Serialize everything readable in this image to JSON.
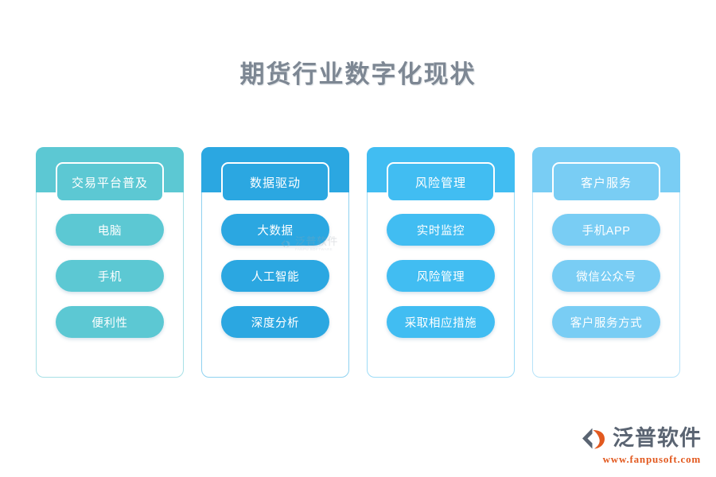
{
  "title": "期货行业数字化现状",
  "columns": [
    {
      "header": "交易平台普及",
      "color": "#5cc8d3",
      "border": "#a7e0e6",
      "items": [
        "电脑",
        "手机",
        "便利性"
      ]
    },
    {
      "header": "数据驱动",
      "color": "#2ba7e1",
      "border": "#8fd2f0",
      "items": [
        "大数据",
        "人工智能",
        "深度分析"
      ]
    },
    {
      "header": "风险管理",
      "color": "#41bdf2",
      "border": "#9ddcf7",
      "items": [
        "实时监控",
        "风险管理",
        "采取相应措施"
      ]
    },
    {
      "header": "客户服务",
      "color": "#79cdf4",
      "border": "#b6e3f9",
      "items": [
        "手机APP",
        "微信公众号",
        "客户服务方式"
      ]
    }
  ],
  "watermark": {
    "name": "泛普软件",
    "sub": "FANPU SOFTWARE"
  },
  "logo": {
    "name": "泛普软件",
    "url": "www.fanpusoft.com",
    "mark_blue": "#5a6472",
    "mark_orange": "#e2591f"
  }
}
